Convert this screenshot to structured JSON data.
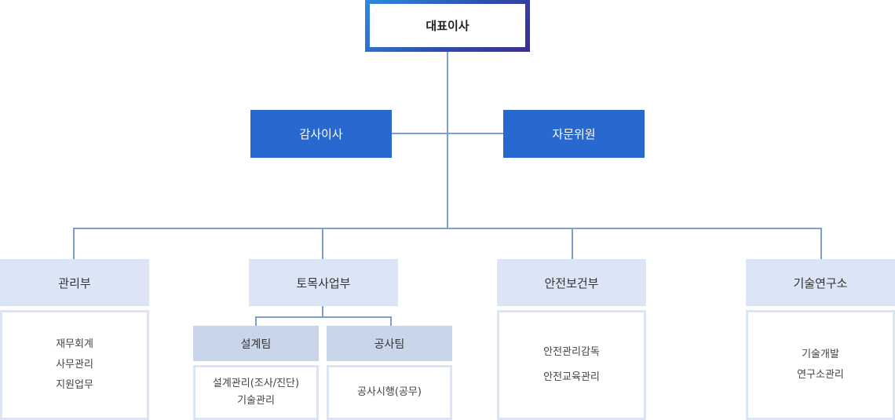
{
  "ceo": "대표이사",
  "auditor": "감사이사",
  "advisor": "자문위원",
  "departments": [
    {
      "name": "관리부",
      "duties": [
        "재무회계",
        "사무관리",
        "지원업무"
      ]
    },
    {
      "name": "토목사업부",
      "teams": [
        {
          "name": "설계팀",
          "duties": [
            "설계관리(조사/진단)",
            "기술관리"
          ]
        },
        {
          "name": "공사팀",
          "duties": [
            "공사시행(공무)"
          ]
        }
      ]
    },
    {
      "name": "안전보건부",
      "duties": [
        "안전관리감독",
        "안전교육관리"
      ]
    },
    {
      "name": "기술연구소",
      "duties": [
        "기술개발",
        "연구소관리"
      ]
    }
  ],
  "colors": {
    "primary": "#2869cf",
    "line": "#7b9fd0",
    "dept_bg": "#dce5f5",
    "team_bg": "#c9d5e8"
  }
}
